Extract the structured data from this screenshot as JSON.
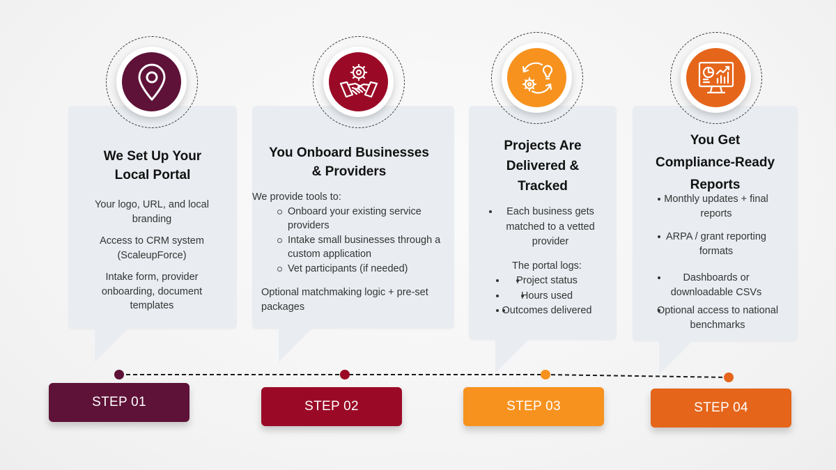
{
  "colors": {
    "step1": "#5e1237",
    "step2": "#9a0a26",
    "step3": "#f7921e",
    "step4": "#e5651b",
    "card": "#e9edf1",
    "connector": "#1a1a1a"
  },
  "steps": [
    {
      "label": "STEP 01",
      "icon": "map-pin-icon",
      "title": [
        "We Set Up Your",
        "Local Portal"
      ],
      "items": [
        "Your logo, URL, and local branding",
        "Access to CRM system (ScaleupForce)",
        "Intake form, provider onboarding, document templates"
      ]
    },
    {
      "label": "STEP 02",
      "icon": "handshake-gear-icon",
      "title": [
        "You Onboard Businesses",
        "& Providers"
      ],
      "intro": "We provide tools to:",
      "items": [
        "Onboard your existing service providers",
        "Intake small businesses through a custom application",
        "Vet participants (if needed)"
      ],
      "outro": "Optional matchmaking logic + pre-set packages"
    },
    {
      "label": "STEP 03",
      "icon": "gear-bulb-cycle-icon",
      "title": [
        "Projects Are",
        "Delivered &",
        "Tracked"
      ],
      "lead_item": "Each business gets matched to a vetted provider",
      "sub_intro": "The portal logs:",
      "items": [
        "Project status",
        "Hours used",
        "Outcomes delivered"
      ]
    },
    {
      "label": "STEP 04",
      "icon": "monitor-report-icon",
      "title": [
        "You Get",
        "Compliance-Ready",
        "Reports"
      ],
      "items": [
        "Monthly updates + final reports",
        "ARPA / grant reporting formats",
        "Dashboards or downloadable CSVs",
        "Optional access to national benchmarks"
      ]
    }
  ]
}
